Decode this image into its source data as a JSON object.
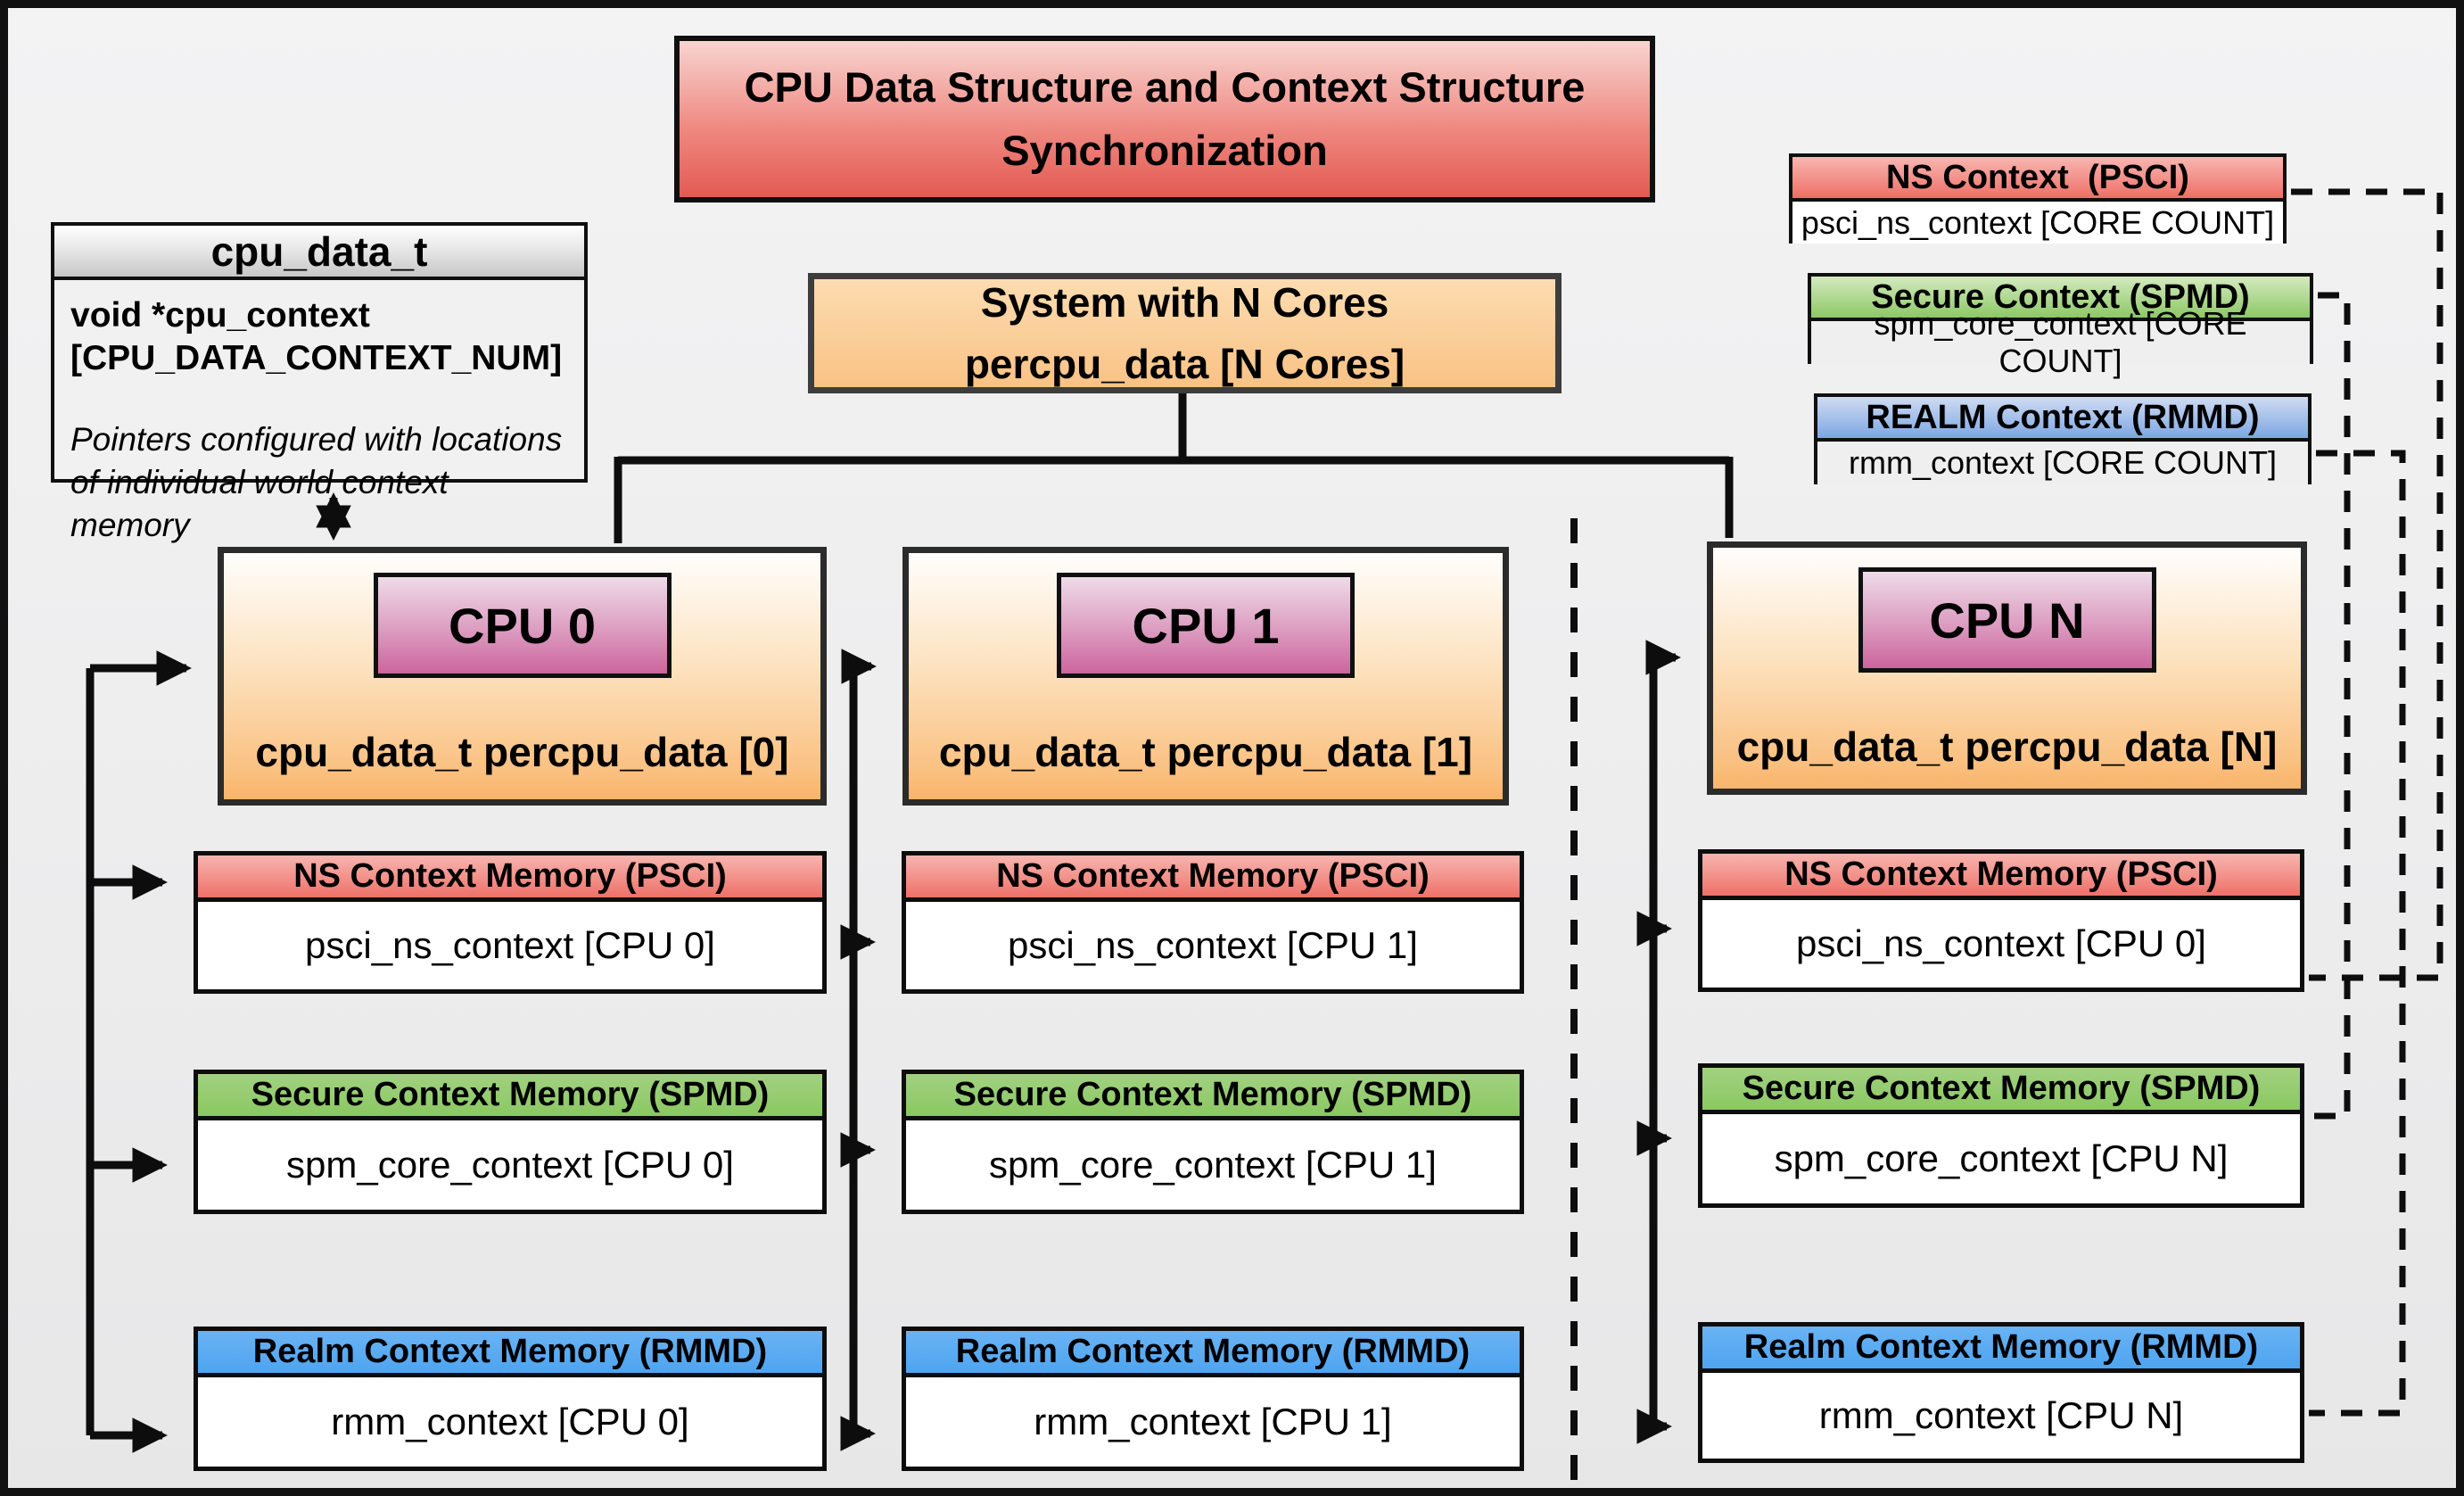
{
  "title": "CPU Data Structure and Context Structure Synchronization",
  "struct": {
    "header": "cpu_data_t",
    "decl_line1": "void  *cpu_context",
    "decl_line2": "[CPU_DATA_CONTEXT_NUM]",
    "note_line1": "Pointers configured with locations",
    "note_line2": "of individual world context memory"
  },
  "system": {
    "line1": "System with N Cores",
    "line2": "percpu_data [N Cores]"
  },
  "legend": {
    "ns": {
      "header": "NS Context  (PSCI)",
      "body": "psci_ns_context [CORE COUNT]"
    },
    "secure": {
      "header": "Secure Context (SPMD)",
      "body": "spm_core_context [CORE COUNT]"
    },
    "realm": {
      "header": "REALM Context (RMMD)",
      "body": "rmm_context [CORE COUNT]"
    }
  },
  "shared_headers": {
    "ns": "NS Context Memory (PSCI)",
    "secure": "Secure Context Memory (SPMD)",
    "realm": "Realm Context Memory (RMMD)"
  },
  "cpus": [
    {
      "label": "CPU 0",
      "data": "cpu_data_t percpu_data [0]",
      "ns_body": "psci_ns_context [CPU 0]",
      "secure_body": "spm_core_context [CPU 0]",
      "realm_body": "rmm_context [CPU 0]"
    },
    {
      "label": "CPU 1",
      "data": "cpu_data_t percpu_data [1]",
      "ns_body": "psci_ns_context [CPU 1]",
      "secure_body": "spm_core_context [CPU 1]",
      "realm_body": "rmm_context [CPU 1]"
    },
    {
      "label": "CPU N",
      "data": "cpu_data_t percpu_data [N]",
      "ns_body": "psci_ns_context [CPU 0]",
      "secure_body": "spm_core_context [CPU N]",
      "realm_body": "rmm_context [CPU N]"
    }
  ],
  "colors": {
    "title_red": "#e35a52",
    "ns_red": "#ee6f67",
    "secure_green": "#8ac861",
    "realm_blue": "#4ea4f0",
    "cpu_orange": "#f9b469",
    "cpu_label_pink": "#cc659d",
    "wire_black": "#0d0d0d"
  }
}
